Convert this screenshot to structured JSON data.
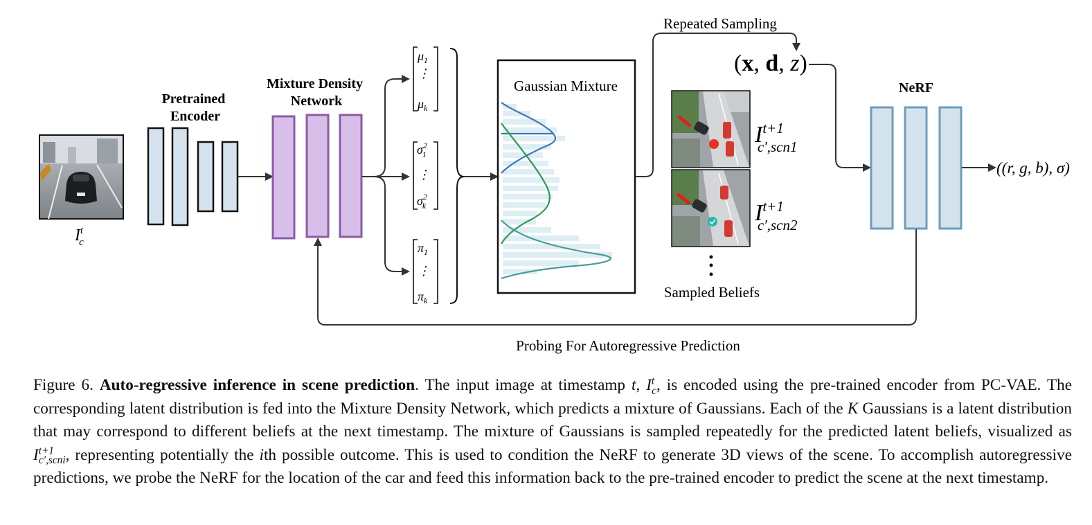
{
  "labels": {
    "encoder": "Pretrained\nEncoder",
    "mdn": "Mixture Density\nNetwork",
    "gaussian": "Gaussian Mixture",
    "repeated": "Repeated Sampling",
    "nerf": "NeRF",
    "beliefs": "Sampled Beliefs",
    "probing": "Probing For Autoregressive Prediction"
  },
  "math": {
    "input_base": "I",
    "input_sup": "t",
    "input_sub": "c",
    "query": "(x, d, z)",
    "output": "((r, g, b), σ)",
    "belief_base": "I",
    "belief_sup": "t+1",
    "belief1_sub": "c′,scn1",
    "belief2_sub": "c′,scn2",
    "mu1": "μ1",
    "muk": "μk",
    "sigma1": "σ1²",
    "sigmak": "σk²",
    "pi1": "π1",
    "pik": "πk"
  },
  "colors": {
    "encoder_fill": "#d5e3ee",
    "mdn_fill": "#d7bfea",
    "mdn_stroke": "#8e5aa8",
    "nerf_fill": "#d3e2ec",
    "nerf_stroke": "#6d9cbf",
    "curve_blue": "#3f78b0",
    "curve_green": "#2e9a4d",
    "curve_teal": "#4a9a9a"
  },
  "caption": {
    "fig": "Figure 6.",
    "bold": "Auto-regressive inference in scene prediction",
    "p1": ". The input image at timestamp ",
    "t": "t",
    "comma": ", ",
    "ic_base": "I",
    "ic_sup": "t",
    "ic_sub": "c",
    "p2": ", is encoded using the pre-trained encoder from PC-VAE. The corresponding latent distribution is fed into the Mixture Density Network, which predicts a mixture of Gaussians. Each of the ",
    "K": "K",
    "p3": " Gaussians is a latent distribution that may correspond to different beliefs at the next timestamp. The mixture of Gaussians is sampled repeatedly for the predicted latent beliefs, visualized as ",
    "ib_base": "I",
    "ib_sup": "t+1",
    "ib_sub": "c′,scni",
    "p4": ", representing potentially the ",
    "i": "i",
    "p5": "th possible outcome. This is used to condition the NeRF to generate 3D views of the scene. To accomplish autoregressive predictions, we probe the NeRF for the location of the car and feed this information back to the pre-trained encoder to predict the scene at the next timestamp."
  }
}
